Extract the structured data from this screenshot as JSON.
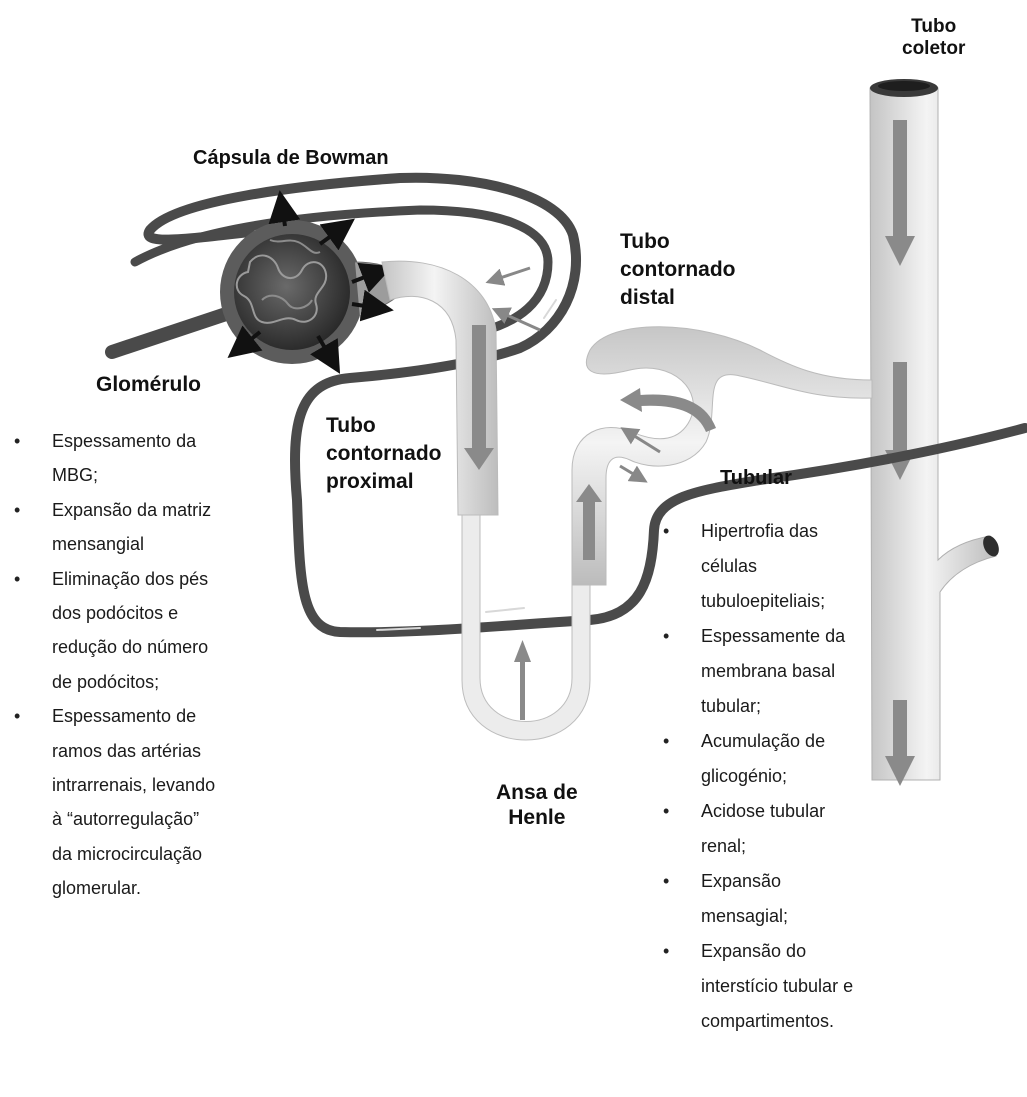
{
  "labels": {
    "tubo_coletor": [
      "Tubo",
      "coletor"
    ],
    "capsula_bowman": "Cápsula de Bowman",
    "tubo_distal": [
      "Tubo",
      "contornado",
      "distal"
    ],
    "glomerulo": "Glomérulo",
    "tubo_proximal": [
      "Tubo",
      "contornado",
      "proximal"
    ],
    "tubular": "Tubular",
    "ansa_henle": [
      "Ansa de",
      "Henle"
    ]
  },
  "glomerulo_changes": [
    "Espessamento da\nMBG;",
    "Expansão da matriz\nmensangial",
    "Eliminação dos pés\ndos podócitos e\nredução do número\nde podócitos;",
    "Espessamento de\nramos das artérias\nintrarrenais, levando\nà “autorregulação”\nda microcirculação\nglomerular."
  ],
  "tubular_changes": [
    "Hipertrofia das\ncélulas\ntubuloepiteliais;",
    "Espessamente da\nmembrana basal\ntubular;",
    "Acumulação de\nglicogénio;",
    "Acidose tubular\nrenal;",
    "Expansão\nmensagial;",
    "Expansão do\ninterstício tubular e\ncompartimentos."
  ],
  "colors": {
    "vessel": "#4a4a4a",
    "tubule": "#d9d9d9",
    "arrow": "#8c8c8c",
    "glomerulus": "#3a3a3a"
  }
}
